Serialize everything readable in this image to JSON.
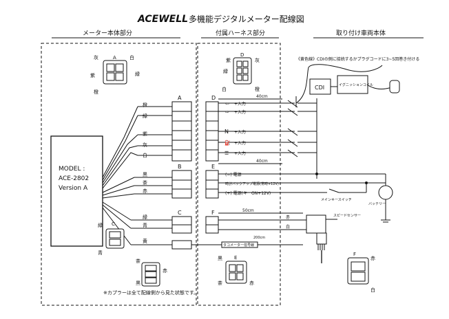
{
  "title": {
    "brand": "ACEWELL",
    "text": "多機能デジタルメーター配線図"
  },
  "sections": {
    "meter": "メーター本体部分",
    "harness": "付属ハーネス部分",
    "vehicle": "取り付け車両本体"
  },
  "model": {
    "line1": "MODEL :",
    "line2": "ACE-2802",
    "line3": "Version A"
  },
  "conn_letters": {
    "A": "A",
    "B": "B",
    "C": "C",
    "D": "D",
    "E": "E",
    "F": "F"
  },
  "colors_a": {
    "c1": "橙",
    "c2": "緑",
    "c3": "紫",
    "c4": "灰",
    "c5": "白"
  },
  "colors_b": {
    "c1": "黒",
    "c2": "茶",
    "c3": "赤"
  },
  "colors_c": {
    "c1": "緑",
    "c2": "青"
  },
  "color_yellow": "黄",
  "pin_a": {
    "p1": "灰",
    "p2": "白",
    "p3": "紫",
    "p4": "橙",
    "p5": "緑"
  },
  "pin_d": {
    "p1": "紫",
    "p2": "灰",
    "p3": "緑",
    "p4": "白",
    "p5": "橙"
  },
  "pin_c": {
    "p1": "緑",
    "p2": "青"
  },
  "pin_b": {
    "p1": "茶",
    "p2": "黒",
    "p3": "赤"
  },
  "pin_e": {
    "p1": "黒",
    "p2": "茶",
    "p3": "赤"
  },
  "pin_f": {
    "p1": "赤",
    "p2": "白"
  },
  "inputs": {
    "left": "+入力",
    "right": "+入力",
    "neutral": "N",
    "neutral_in": "+入力",
    "oil": "+入力",
    "hibeam": "+入力"
  },
  "dims": {
    "d1": "40cm",
    "d2": "40cm",
    "d3": "50cm",
    "d4": "200cm"
  },
  "power": {
    "ground": "(−) 電源",
    "backup": "時計バックアップ電源(常時+12V)",
    "acc": "(+) 電源(キーON+12V)"
  },
  "main_switch": "メインキースイッチ",
  "battery": "バッテリー",
  "speed_sensor": "スピードセンサー",
  "wire_red": "赤",
  "wire_white": "白",
  "tacho_label": "タコメーター信号線",
  "cdi_note": "《黄色線》CDIの側に接続するかプラグコードに3~5回巻き付ける",
  "cdi": "CDI",
  "ignition": "イグニッションコイル",
  "footnote": "※カプラーは全て配線側から見た状態です。"
}
